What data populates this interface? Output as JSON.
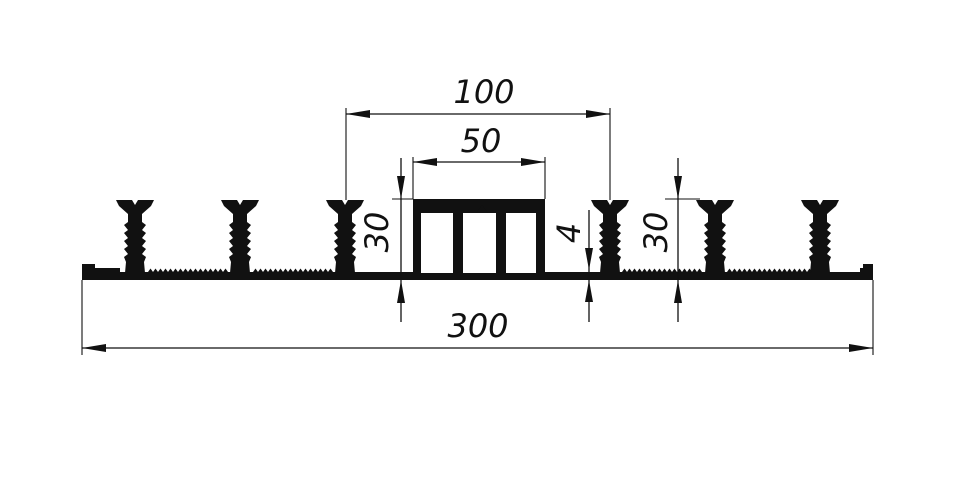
{
  "drawing": {
    "dimensions": {
      "overall_width": "300",
      "center_opening": "100",
      "center_bulb": "50",
      "left_height": "30",
      "right_height": "30",
      "base_thickness": "4"
    },
    "colors": {
      "ink": "#111111",
      "background": "#ffffff"
    }
  }
}
